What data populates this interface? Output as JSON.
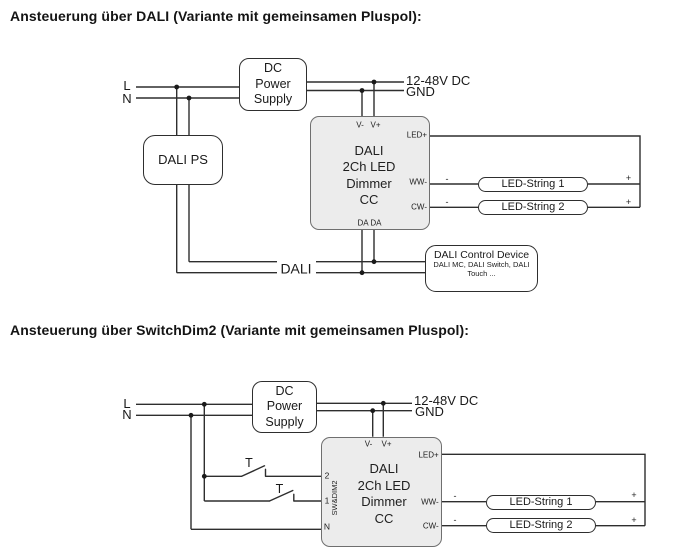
{
  "sections": {
    "dali": {
      "title": "Ansteuerung über DALI (Variante mit gemeinsamen Pluspol):",
      "l": "L",
      "n": "N",
      "dc_power_supply": "DC\nPower\nSupply",
      "dali_ps": "DALI PS",
      "voltage": "12-48V DC",
      "gnd": "GND",
      "dimmer": {
        "v_minus": "V-",
        "v_plus": "V+",
        "led_plus": "LED+",
        "ww": "WW-",
        "cw": "CW-",
        "da": "DA DA",
        "name": "DALI\n2Ch LED\nDimmer\nCC"
      },
      "led_string_1": "LED-String 1",
      "led_string_2": "LED-String 2",
      "minus": "-",
      "plus": "+",
      "bus_label": "DALI",
      "control_device": {
        "title": "DALI Control Device",
        "line2": "DALI MC, DALI Switch, DALI",
        "line3": "Touch ..."
      }
    },
    "switchdim2": {
      "title": "Ansteuerung über SwitchDim2 (Variante mit gemeinsamen Pluspol):",
      "l": "L",
      "n": "N",
      "dc_power_supply": "DC\nPower\nSupply",
      "voltage": "12-48V DC",
      "gnd": "GND",
      "button1": "T",
      "button2": "T",
      "terminals": {
        "ch2": "2",
        "ch1": "1",
        "n": "N",
        "group": "SW&DIM2"
      },
      "dimmer": {
        "v_minus": "V-",
        "v_plus": "V+",
        "led_plus": "LED+",
        "ww": "WW-",
        "cw": "CW-",
        "name": "DALI\n2Ch LED\nDimmer\nCC"
      },
      "led_string_1": "LED-String 1",
      "led_string_2": "LED-String 2",
      "minus": "-",
      "plus": "+"
    }
  }
}
